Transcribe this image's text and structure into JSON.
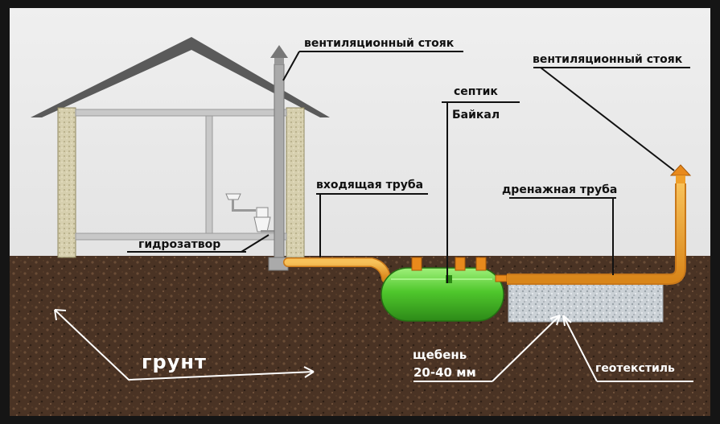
{
  "labels": {
    "vent_stack_left": "вентиляционный стояк",
    "vent_stack_right": "вентиляционный стояк",
    "septic_line1": "септик",
    "septic_line2": "Байкал",
    "inlet_pipe": "входящая труба",
    "drain_pipe": "дренажная труба",
    "water_seal": "гидрозатвор",
    "soil": "грунт",
    "gravel_line1": "щебень",
    "gravel_line2": "20-40 мм",
    "geotextile": "геотекстиль"
  },
  "colors": {
    "sky": "#e4e4e4",
    "soil": "#4a3324",
    "pipe": "#f0a02a",
    "tank": "#5ed43a",
    "gravel": "#c9cfd4",
    "wall": "#d8d2b4",
    "roof": "#5a5a5a"
  }
}
